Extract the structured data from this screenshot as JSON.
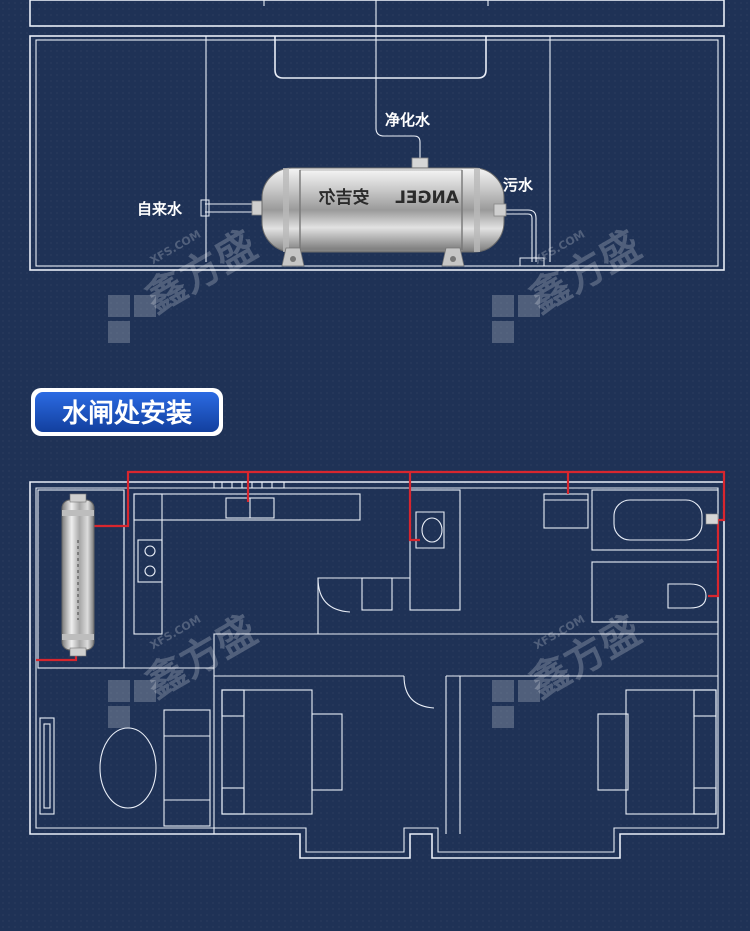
{
  "top_diagram": {
    "label_tap": "自来水",
    "label_purified": "净化水",
    "label_waste": "污水",
    "filter_brand_en": "ANGEL",
    "filter_brand_cn": "安吉尔"
  },
  "section_title": "水闸处安装",
  "watermark": {
    "brand_cn": "鑫方盛",
    "brand_en": "XFS.COM"
  },
  "colors": {
    "background": "#1f3256",
    "line": "#e9eef7",
    "pipe": "#d8262e",
    "badge": "#1b56c9"
  }
}
